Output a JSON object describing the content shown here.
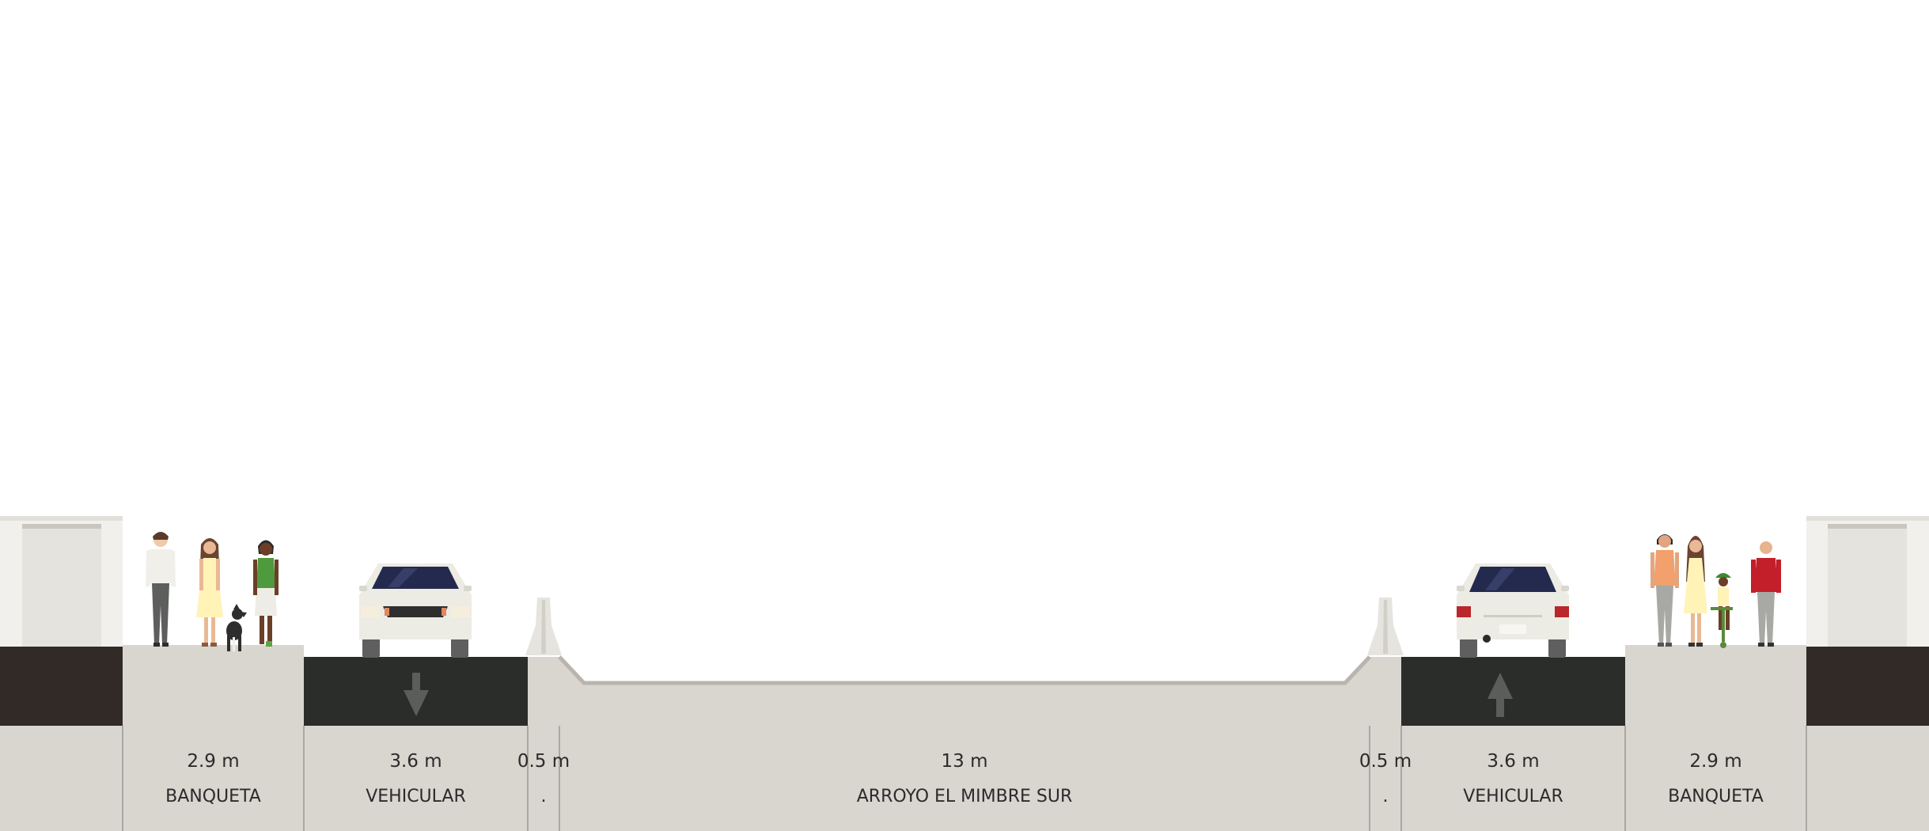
{
  "street": {
    "segments": [
      {
        "id": "sidewalk-left",
        "kind": "sidewalk",
        "width_label": "2.9 m",
        "name": "BANQUETA"
      },
      {
        "id": "lane-left",
        "kind": "drive-lane",
        "direction": "down",
        "width_label": "3.6 m",
        "name": "VEHICULAR"
      },
      {
        "id": "buffer-left",
        "kind": "barrier",
        "width_label": "0.5 m",
        "name": "."
      },
      {
        "id": "channel",
        "kind": "channel",
        "width_label": "13 m",
        "name": "ARROYO EL MIMBRE SUR"
      },
      {
        "id": "buffer-right",
        "kind": "barrier",
        "width_label": "0.5 m",
        "name": "."
      },
      {
        "id": "lane-right",
        "kind": "drive-lane",
        "direction": "up",
        "width_label": "3.6 m",
        "name": "VEHICULAR"
      },
      {
        "id": "sidewalk-right",
        "kind": "sidewalk",
        "width_label": "2.9 m",
        "name": "BANQUETA"
      }
    ],
    "colors": {
      "ground": "#d9d5cf",
      "asphalt": "#2b2d2b",
      "building": "#f1f0ec",
      "building_base": "#322a26",
      "divider": "#9e9893",
      "car_body": "#ecebe4",
      "windshield": "#232a4d",
      "arrow": "#5b5d5b"
    },
    "icons": [
      "building-icon",
      "pedestrian-icon",
      "dog-icon",
      "car-front-icon",
      "car-rear-icon",
      "jersey-barrier-icon",
      "arrow-down-icon",
      "arrow-up-icon",
      "scooter-child-icon"
    ]
  }
}
